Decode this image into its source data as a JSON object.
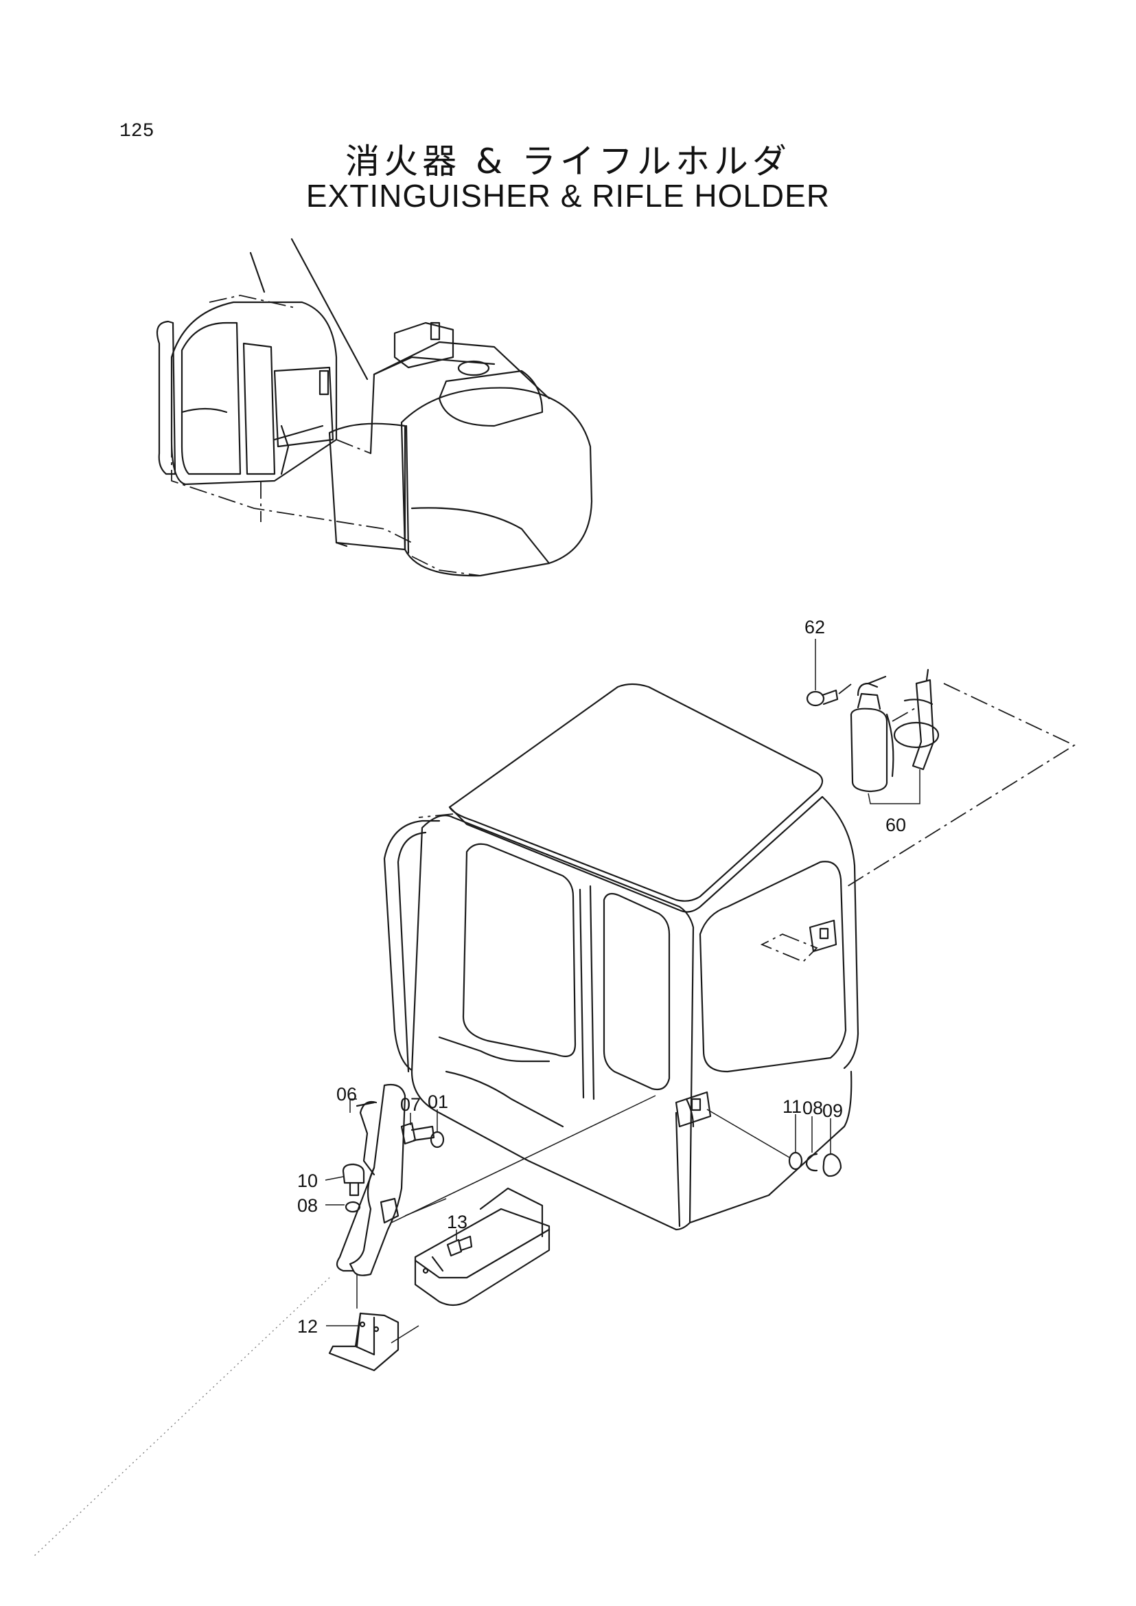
{
  "page_number": "125",
  "title_jp": "消火器 & ライフルホルダ",
  "title_en": "EXTINGUISHER & RIFLE HOLDER",
  "part_labels": {
    "p62": "62",
    "p60": "60",
    "p06": "06",
    "p07": "07",
    "p01": "01",
    "p10": "10",
    "p08a": "08",
    "p13": "13",
    "p12": "12",
    "p11": "11",
    "p08b": "08",
    "p09": "09"
  }
}
